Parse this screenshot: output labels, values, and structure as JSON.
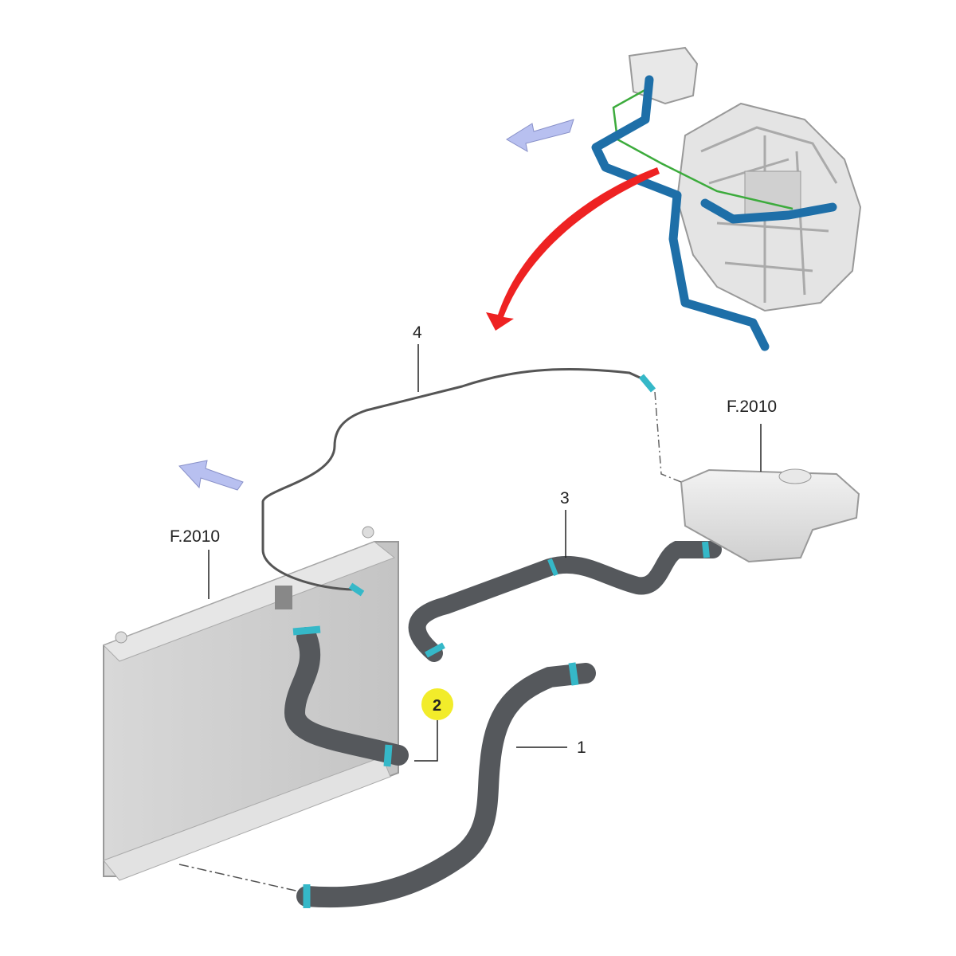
{
  "diagram": {
    "labels": {
      "part1": "1",
      "part2": "2",
      "part3": "3",
      "part4": "4",
      "radiator_ref": "F.2010",
      "tank_ref": "F.2010"
    },
    "colors": {
      "hose": "#55585c",
      "clamp": "#35b8c8",
      "engine_hose": "#1e6fa8",
      "highlight": "#f2ec2a",
      "red_arrow": "#ee2222",
      "view_arrow": "#b8c0f0"
    }
  }
}
